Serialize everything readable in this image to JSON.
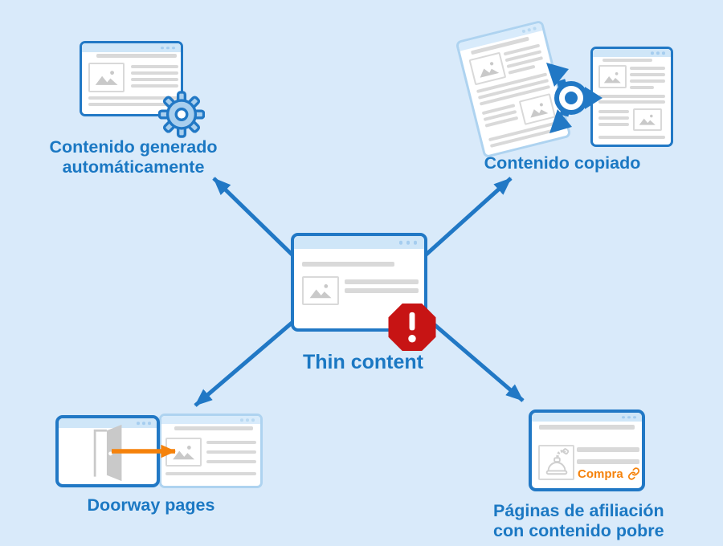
{
  "colors": {
    "background": "#d9eafa",
    "accent_blue": "#2178c5",
    "light_blue": "#aed3f0",
    "bar_blue": "#cfe6f8",
    "bar_blue_light": "#d8ebfb",
    "dot_blue": "#a5cdef",
    "text_blue": "#1b78c3",
    "warning_red": "#c71414",
    "orange": "#f5820b",
    "line_gray": "#d9d9d9",
    "image_gray": "#c9c9c9"
  },
  "center": {
    "label": "Thin content"
  },
  "nodes": {
    "auto_generated": {
      "label_line1": "Contenido generado",
      "label_line2": "automáticamente"
    },
    "copied": {
      "label": "Contenido copiado"
    },
    "doorway": {
      "label": "Doorway pages"
    },
    "affiliate": {
      "label_line1": "Páginas de afiliación",
      "label_line2": "con contenido pobre",
      "cta_label": "Compra"
    }
  }
}
